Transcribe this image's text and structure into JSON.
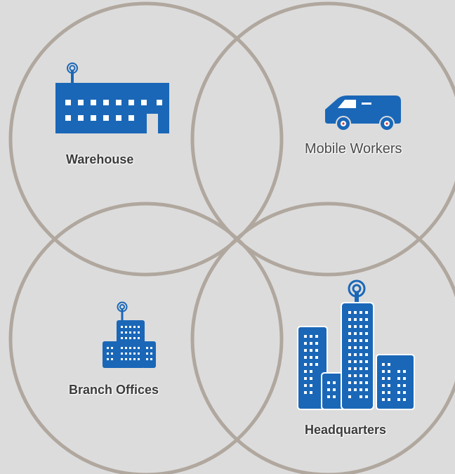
{
  "diagram": {
    "colors": {
      "background": "#dcdcdc",
      "ring": "#b0a79e",
      "icon": "#1a67b8",
      "window": "#ffffff"
    },
    "nodes": [
      {
        "key": "warehouse",
        "label": "Warehouse",
        "icon": "warehouse-icon"
      },
      {
        "key": "mobile",
        "label": "Mobile Workers",
        "icon": "van-icon"
      },
      {
        "key": "branch",
        "label": "Branch Offices",
        "icon": "branch-building-icon"
      },
      {
        "key": "hq",
        "label": "Headquarters",
        "icon": "headquarters-icon"
      }
    ]
  }
}
